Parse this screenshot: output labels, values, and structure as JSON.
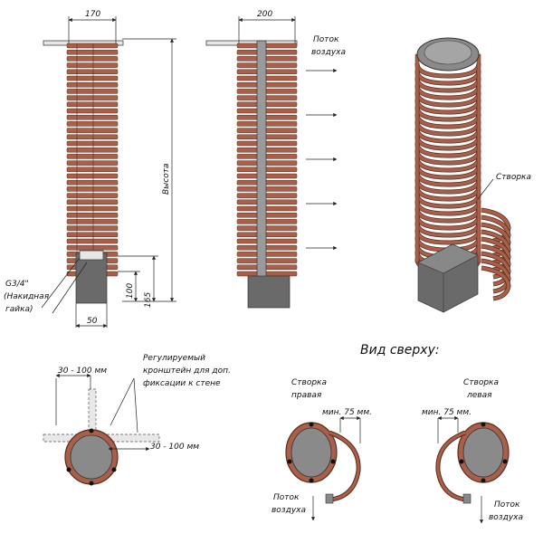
{
  "labels": {
    "width_170": "170",
    "width_200": "200",
    "height": "Высота",
    "dim_165": "165",
    "dim_100": "100",
    "dim_50": "50",
    "thread": "G3/4\"",
    "nut": "(Накидная",
    "nut2": "гайка)",
    "airflow_top_1": "Поток",
    "airflow_top_2": "воздуха",
    "flap_3d": "Створка",
    "top_view": "Вид сверху:",
    "bracket_1": "Регулируемый",
    "bracket_2": "кронштейн для доп.",
    "bracket_3": "фиксации к стене",
    "range_top": "30 - 100 мм",
    "range_right": "30 - 100 мм",
    "flap_right_1": "Створка",
    "flap_right_2": "правая",
    "flap_left_1": "Створка",
    "flap_left_2": "левая",
    "min75_right": "мин. 75 мм.",
    "min75_left": "мин. 75 мм.",
    "airflow_bl_1": "Поток",
    "airflow_bl_2": "воздуха",
    "airflow_br_1": "Поток",
    "airflow_br_2": "воздуха"
  },
  "colors": {
    "wood": "#a8604a",
    "wood_dark": "#5a2b1c",
    "metal": "#6a6a6a"
  }
}
